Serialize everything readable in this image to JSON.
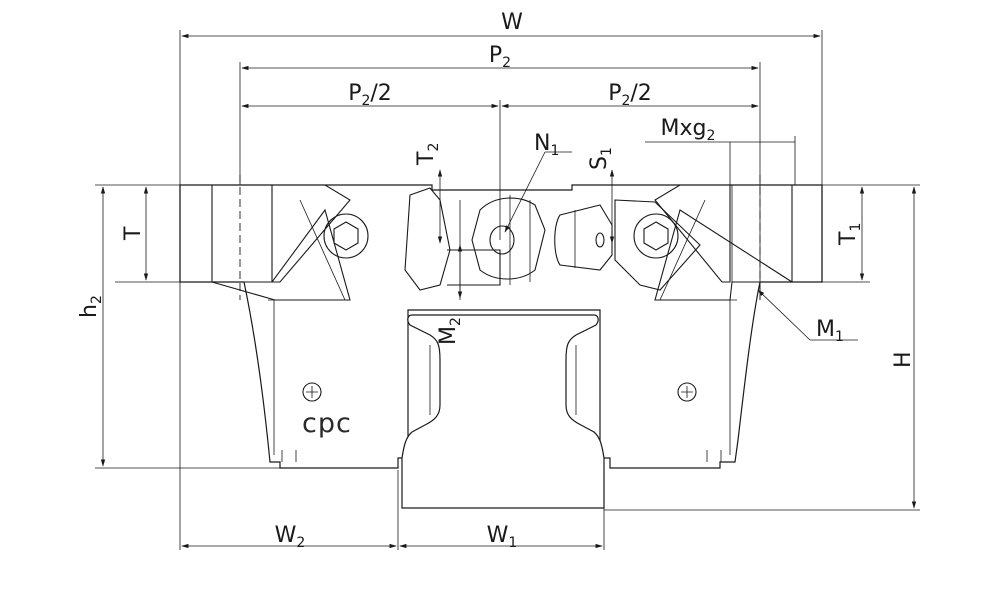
{
  "labels": {
    "W": {
      "main": "W",
      "sub": ""
    },
    "P2": {
      "main": "P",
      "sub": "2"
    },
    "P2_half_left": {
      "main": "P",
      "sub": "2",
      "tail": "/2"
    },
    "P2_half_right": {
      "main": "P",
      "sub": "2",
      "tail": "/2"
    },
    "Mxg2": {
      "main": "Mxg",
      "sub": "2"
    },
    "N1": {
      "main": "N",
      "sub": "1"
    },
    "T2": {
      "main": "T",
      "sub": "2"
    },
    "S1": {
      "main": "S",
      "sub": "1"
    },
    "T": {
      "main": "T",
      "sub": ""
    },
    "T1": {
      "main": "T",
      "sub": "1"
    },
    "h2": {
      "main": "h",
      "sub": "2"
    },
    "M2": {
      "main": "M",
      "sub": "2"
    },
    "M1": {
      "main": "M",
      "sub": "1"
    },
    "H": {
      "main": "H",
      "sub": ""
    },
    "W2": {
      "main": "W",
      "sub": "2"
    },
    "W1": {
      "main": "W",
      "sub": "1"
    }
  },
  "brand": "cpc"
}
